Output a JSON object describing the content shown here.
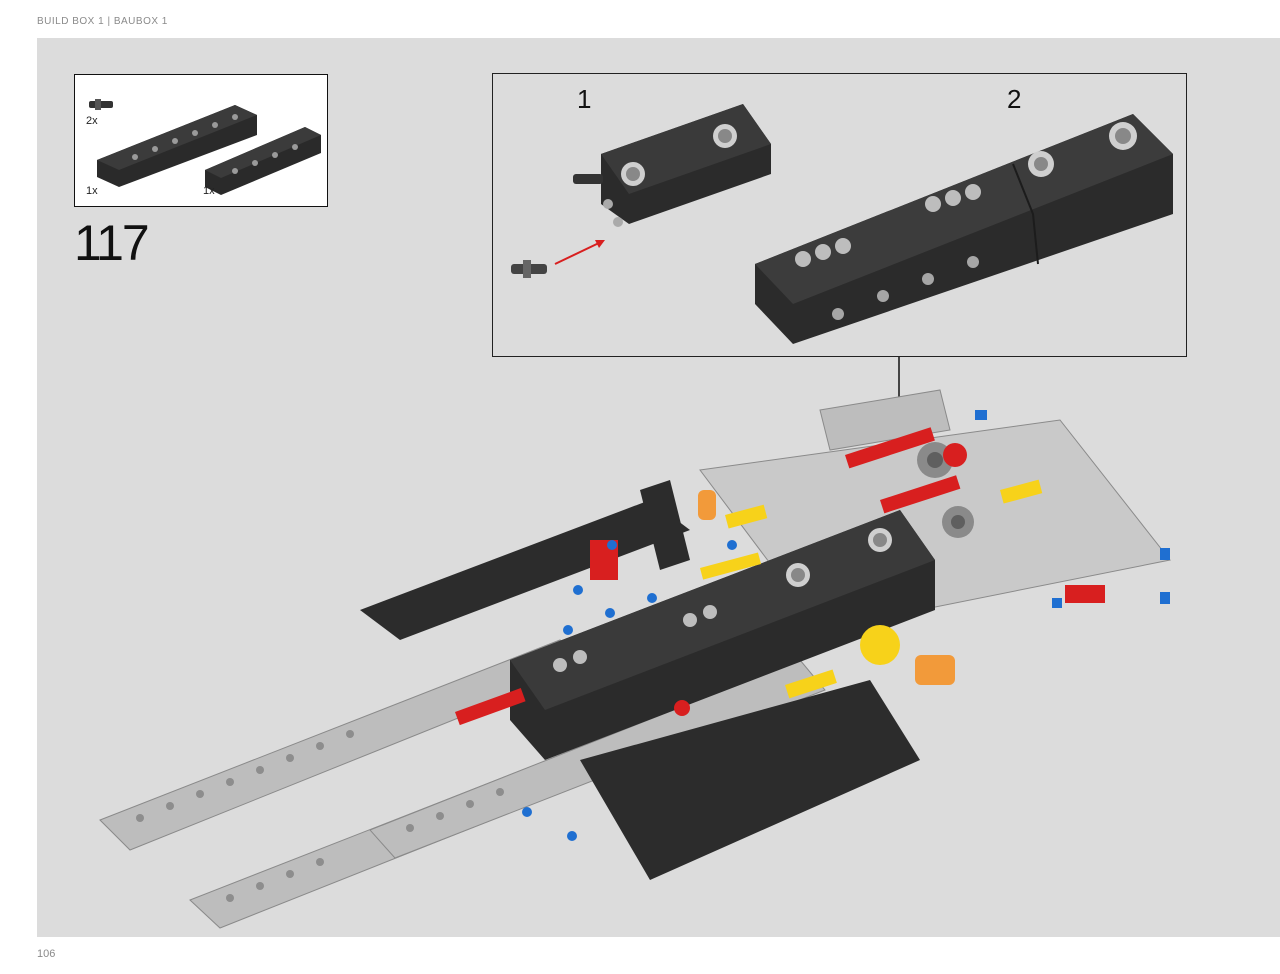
{
  "header": {
    "title": "BUILD BOX 1  |  BAUBOX 1"
  },
  "footer": {
    "page_number": "106"
  },
  "parts_list": {
    "items": [
      {
        "quantity": "2x",
        "part": "axle-pin-icon"
      },
      {
        "quantity": "1x",
        "part": "long-black-panel-icon"
      },
      {
        "quantity": "1x",
        "part": "short-black-panel-icon"
      }
    ]
  },
  "step": {
    "number": "117"
  },
  "callout": {
    "substeps": [
      "1",
      "2"
    ]
  },
  "colors": {
    "background": "#dcdcdc",
    "brick_black": "#2a2a2a",
    "beam_grey": "#bdbdbd",
    "accent_red": "#d81f1f",
    "accent_yellow": "#f7d21a",
    "accent_orange": "#f29a3a",
    "accent_blue": "#1f6fd1"
  }
}
